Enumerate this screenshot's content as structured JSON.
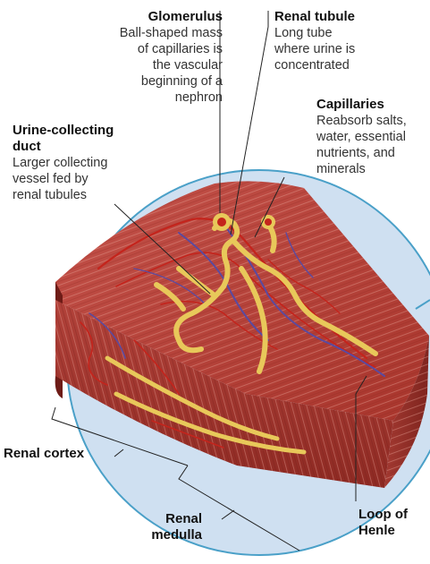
{
  "labels": {
    "glomerulus": {
      "title": "Glomerulus",
      "lines": [
        "Ball-shaped mass",
        "of capillaries is",
        "the vascular",
        "beginning of a",
        "nephron"
      ]
    },
    "renal_tubule": {
      "title": "Renal tubule",
      "lines": [
        "Long tube",
        "where urine is",
        "concentrated"
      ]
    },
    "capillaries": {
      "title": "Capillaries",
      "lines": [
        "Reabsorb salts,",
        "water, essential",
        "nutrients, and",
        "minerals"
      ]
    },
    "collecting_duct": {
      "title_lines": [
        "Urine-collecting",
        "duct"
      ],
      "lines": [
        "Larger collecting",
        "vessel fed by",
        "renal tubules"
      ]
    },
    "renal_cortex": {
      "title": "Renal cortex"
    },
    "renal_medulla": {
      "title_lines": [
        "Renal",
        "medulla"
      ]
    },
    "loop_of_henle": {
      "title_lines": [
        "Loop of",
        "Henle"
      ]
    }
  },
  "colors": {
    "tissue": "#b8433a",
    "tissue_dark": "#7e221d",
    "tissue_light": "#d9817a",
    "tubule": "#e8c85a",
    "vein": "#5a4aa0",
    "artery": "#c4241c",
    "circle": "#cfe0f1",
    "circle_stroke": "#4aa0c8"
  }
}
